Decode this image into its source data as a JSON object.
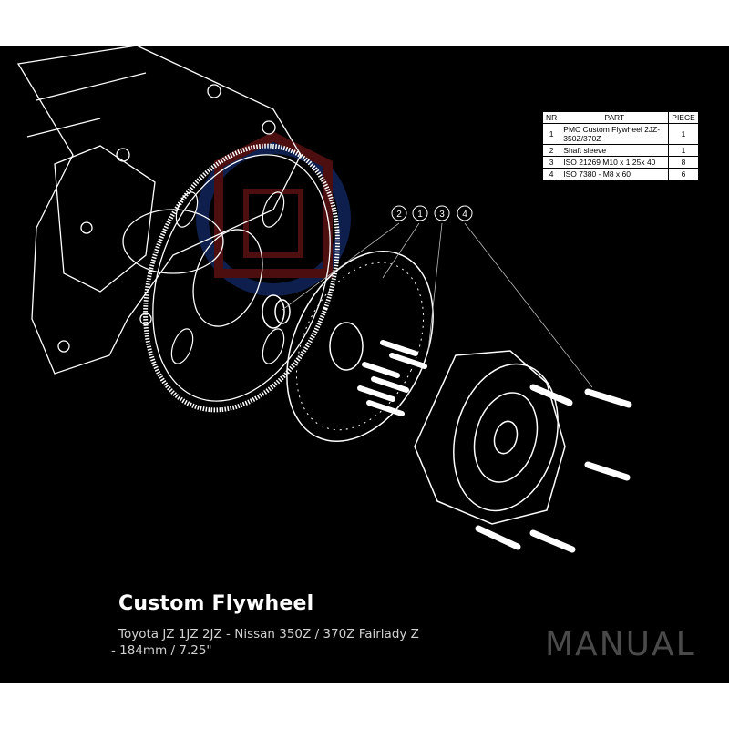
{
  "colors": {
    "background": "#000000",
    "frame": "#ffffff",
    "line": "#ffffff",
    "manual_text": "#4a4a4a",
    "watermark_red": "#8b1a1a",
    "watermark_blue": "#1c3a8c"
  },
  "callouts": [
    "2",
    "1",
    "3",
    "4"
  ],
  "parts_table": {
    "headers": [
      "NR",
      "PART",
      "PIECE"
    ],
    "rows": [
      {
        "nr": "1",
        "part": "PMC Custom Flywheel 2JZ-350Z/370Z",
        "piece": "1"
      },
      {
        "nr": "2",
        "part": "Shaft sleeve",
        "piece": "1"
      },
      {
        "nr": "3",
        "part": "ISO 21269 M10 x 1,25x 40",
        "piece": "8"
      },
      {
        "nr": "4",
        "part": "ISO 7380 - M8 x 60",
        "piece": "6"
      }
    ]
  },
  "title": "Custom Flywheel",
  "subtitle_line1": "Toyota JZ 1JZ 2JZ - Nissan 350Z / 370Z Fairlady Z",
  "subtitle_line2": "- 184mm / 7.25\"",
  "manual_label": "MANUAL",
  "icons": {
    "watermark": "gear-logo-watermark"
  }
}
